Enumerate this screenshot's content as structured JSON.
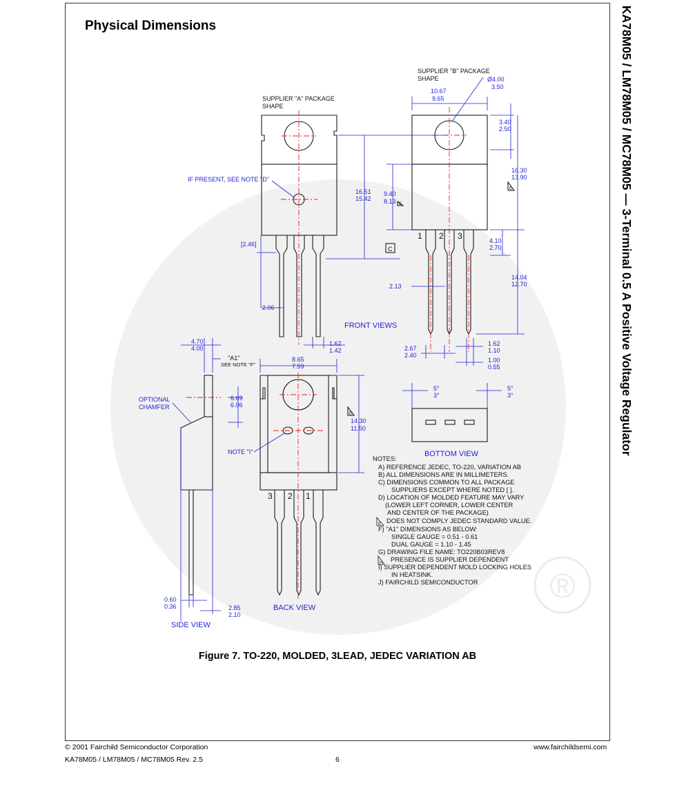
{
  "heading": "Physical Dimensions",
  "sidebar_title": "KA78M05 / LM78M05 / MC78M05 — 3-Terminal 0.5 A Positive Voltage Regulator",
  "figure_caption": "Figure 7. TO-220, MOLDED, 3LEAD, JEDEC VARIATION AB",
  "labels": {
    "supplier_a": [
      "SUPPLIER \"A\" PACKAGE",
      "SHAPE"
    ],
    "supplier_b": [
      "SUPPLIER \"B\" PACKAGE",
      "SHAPE"
    ],
    "if_present": "IF PRESENT, SEE NOTE \"D\"",
    "front_views": "FRONT VIEWS",
    "bottom_view": "BOTTOM VIEW",
    "back_view": "BACK VIEW",
    "side_view": "SIDE VIEW",
    "optional_chamfer": [
      "OPTIONAL",
      "CHAMFER"
    ],
    "note_i": "NOTE \"I\"",
    "a1": "\"A1\"",
    "see_note_f": "SEE NOTE \"F\"",
    "datum_c": "C",
    "pins_front": [
      "1",
      "2",
      "3"
    ],
    "pins_back": [
      "3",
      "2",
      "1"
    ],
    "note_e": "E",
    "note_h": "H"
  },
  "dimensions": {
    "d_1067": [
      "10.67",
      "9.65"
    ],
    "d_400": [
      "Ø4.00",
      "3.50"
    ],
    "d_340": [
      "3.40",
      "2.50"
    ],
    "d_1630": [
      "16.30",
      "13.90"
    ],
    "d_1651": [
      "16.51",
      "15.42"
    ],
    "d_940": [
      "9.40",
      "8.13"
    ],
    "d_246": "[2.46]",
    "d_410": [
      "4.10",
      "2.70"
    ],
    "d_1404": [
      "14.04",
      "12.70"
    ],
    "d_213": "2.13",
    "d_206": "2.06",
    "d_162_a": [
      "1.62",
      "1.42"
    ],
    "d_267": [
      "2.67",
      "2.40"
    ],
    "d_162_b": [
      "1.62",
      "1.10"
    ],
    "d_100": [
      "1.00",
      "0.55"
    ],
    "d_470": [
      "4.70",
      "4.00"
    ],
    "d_865": [
      "8.65",
      "7.59"
    ],
    "d_669": [
      "6.69",
      "6.06"
    ],
    "d_1430": [
      "14.30",
      "11.50"
    ],
    "d_5deg_l": [
      "5°",
      "3°"
    ],
    "d_5deg_r": [
      "5°",
      "3°"
    ],
    "d_060": [
      "0.60",
      "0.36"
    ],
    "d_285": [
      "2.85",
      "2.10"
    ]
  },
  "notes": [
    "NOTES:",
    "A)  REFERENCE JEDEC, TO-220, VARIATION AB",
    "B)  ALL DIMENSIONS ARE IN MILLIMETERS.",
    "C)  DIMENSIONS COMMON TO ALL PACKAGE",
    "SUPPLIERS EXCEPT WHERE NOTED [  ].",
    "D)  LOCATION OF MOLDED FEATURE MAY VARY",
    "(LOWER LEFT CORNER, LOWER CENTER",
    "AND CENTER OF THE PACKAGE)",
    "DOES NOT COMPLY JEDEC STANDARD VALUE.",
    "F) \"A1\" DIMENSIONS AS BELOW:",
    "SINGLE GAUGE = 0.51 - 0.61",
    "DUAL GAUGE     = 1.10 - 1.45",
    "G)  DRAWING FILE NAME: TO220B03REV8",
    "PRESENCE IS SUPPLIER DEPENDENT",
    "I)   SUPPLIER DEPENDENT MOLD LOCKING HOLES",
    "IN HEATSINK.",
    "J)  FAIRCHILD SEMICONDUCTOR"
  ],
  "watermark": "®",
  "footer": {
    "copyright": "© 2001 Fairchild Semiconductor Corporation",
    "website": "www.fairchildsemi.com",
    "part_rev": "KA78M05 / LM78M05 / MC78M05 Rev. 2.5",
    "page": "6"
  },
  "colors": {
    "drawing": "#1a1a1a",
    "dimension": "#1f1fd6",
    "center_line": "#e02020",
    "watermark": "#ececec"
  }
}
